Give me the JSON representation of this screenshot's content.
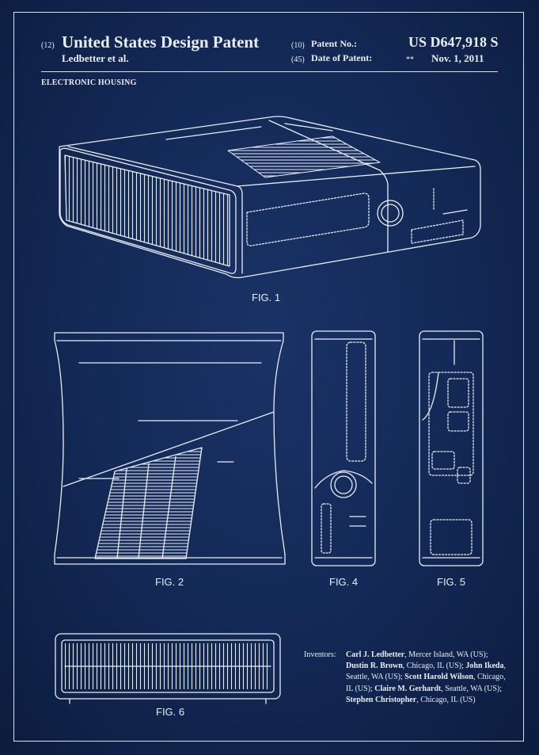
{
  "header": {
    "doc_code": "(12)",
    "doc_title": "United States Design Patent",
    "applicant": "Ledbetter et al.",
    "patent_no_code": "(10)",
    "patent_no_label": "Patent No.:",
    "patent_no_value": "US D647,918 S",
    "date_code": "(45)",
    "date_label": "Date of Patent:",
    "date_marker": "**",
    "date_value": "Nov. 1, 2011"
  },
  "subject": "ELECTRONIC HOUSING",
  "figures": {
    "fig1": "FIG. 1",
    "fig2": "FIG. 2",
    "fig4": "FIG. 4",
    "fig5": "FIG. 5",
    "fig6": "FIG. 6"
  },
  "inventors": {
    "label": "Inventors:",
    "entries": [
      {
        "name": "Carl J. Ledbetter",
        "place": ", Mercer Island, WA (US); "
      },
      {
        "name": "Dustin R. Brown",
        "place": ", Chicago, IL (US); "
      },
      {
        "name": "John Ikeda",
        "place": ", Seattle, WA (US); "
      },
      {
        "name": "Scott Harold Wilson",
        "place": ", Chicago, IL (US); "
      },
      {
        "name": "Claire M. Gerhardt",
        "place": ", Seattle, WA (US); "
      },
      {
        "name": "Stephen Christopher",
        "place": ", Chicago, IL (US)"
      }
    ]
  },
  "colors": {
    "background": "#142a58",
    "line": "#e8eef7"
  }
}
